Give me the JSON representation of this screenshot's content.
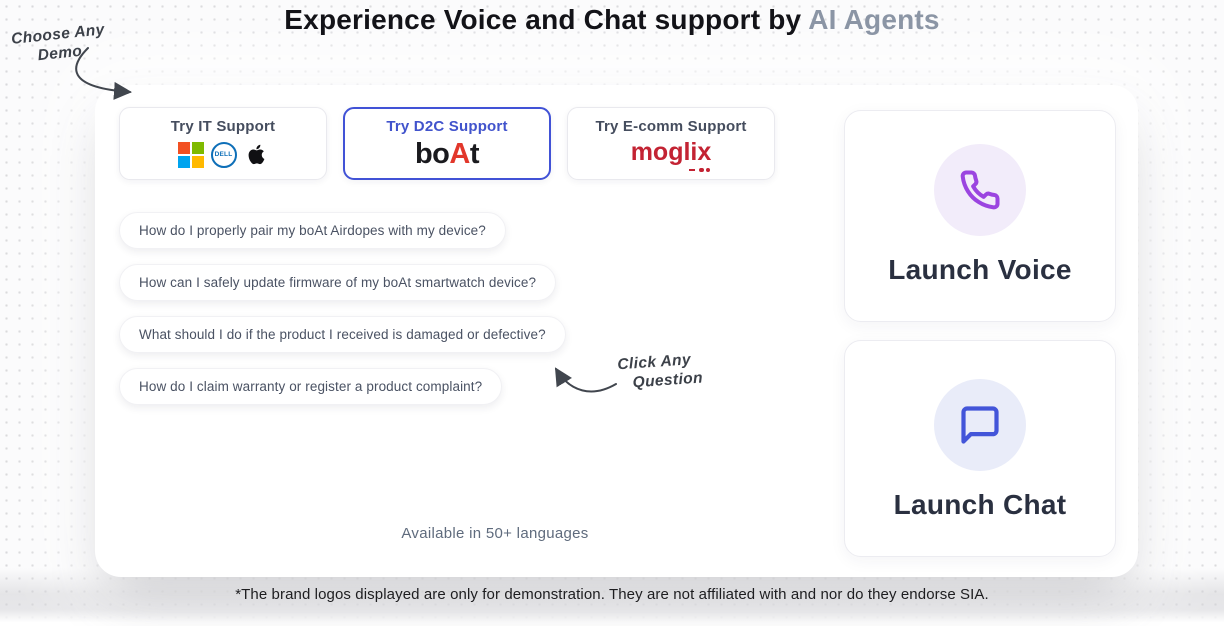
{
  "page": {
    "title_main": "Experience Voice and Chat support by ",
    "title_highlight": "AI Agents",
    "footer_note": "*The brand logos displayed are only for demonstration. They are not affiliated with and nor do they endorse SIA."
  },
  "annotations": {
    "choose_demo_line1": "Choose Any",
    "choose_demo_line2": "Demo",
    "click_question_line1": "Click Any",
    "click_question_line2": "Question"
  },
  "demo_tabs": [
    {
      "label": "Try IT Support",
      "selected": false,
      "logos": [
        "microsoft-logo",
        "dell-logo",
        "apple-logo"
      ]
    },
    {
      "label": "Try D2C Support",
      "selected": true,
      "logos": [
        "boat-logo"
      ]
    },
    {
      "label": "Try E-comm Support",
      "selected": false,
      "logos": [
        "moglix-logo"
      ]
    }
  ],
  "logos": {
    "dell_text": "DELL",
    "boat_prefix": "bo",
    "boat_accent": "A",
    "boat_suffix": "t",
    "moglix_text": "moglix"
  },
  "questions": [
    "How do I properly pair my boAt Airdopes with my device?",
    "How can I safely update firmware of my boAt smartwatch device?",
    "What should I do if the product I received is damaged or defective?",
    "How do I claim warranty or register a product complaint?"
  ],
  "languages_note": "Available in 50+ languages",
  "launch_cards": [
    {
      "label": "Launch Voice",
      "icon": "phone-icon"
    },
    {
      "label": "Launch Chat",
      "icon": "chat-icon"
    }
  ],
  "colors": {
    "selected_tab_blue": "#4152d6",
    "voice_purple": "#9b45e0",
    "voice_circle_bg": "#f2ecfa",
    "chat_blue": "#4355d9",
    "chat_circle_bg": "#e9ecf9",
    "boat_red": "#e2372b",
    "moglix_red": "#c32333",
    "title_highlight_gray": "#8b95a5"
  }
}
